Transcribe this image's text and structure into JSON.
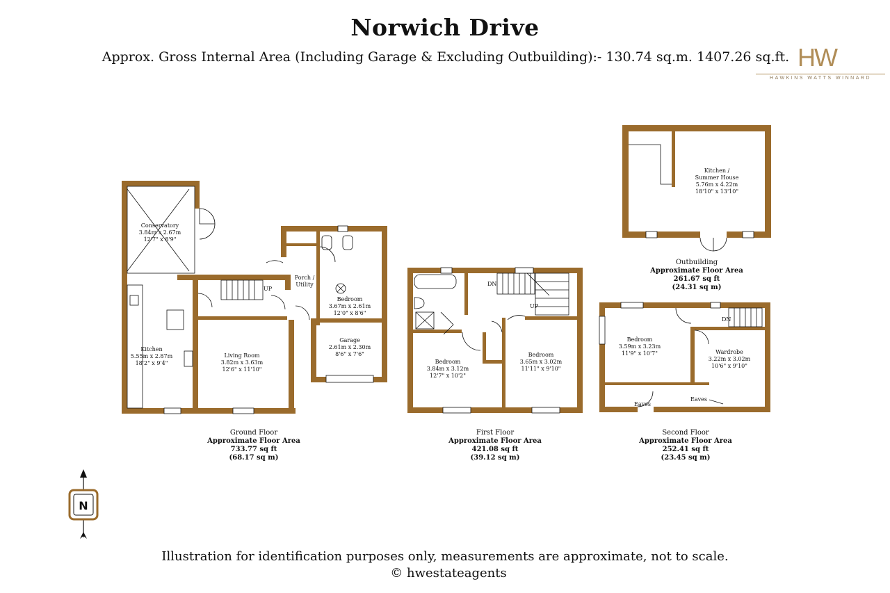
{
  "header": {
    "title": "Norwich Drive",
    "subtitle": "Approx. Gross Internal Area (Including Garage & Excluding Outbuilding):- 130.74 sq.m. 1407.26 sq.ft."
  },
  "logo": {
    "mark": "HW",
    "name": "HAWKINS WATTS WINNARD",
    "color": "#b08d57"
  },
  "colors": {
    "wall": "#9a6b2c",
    "ink": "#111111"
  },
  "floors": {
    "ground": {
      "name": "Ground Floor",
      "area_label": "Approximate Floor Area",
      "sqft": "733.77 sq ft",
      "sqm": "(68.17 sq m)",
      "rooms": {
        "conservatory": {
          "name": "Conservatory",
          "metric": "3.84m x 2.67m",
          "imperial": "12'7\" x 8'9\""
        },
        "kitchen": {
          "name": "Kitchen",
          "metric": "5.55m x 2.87m",
          "imperial": "18'2\" x 9'4\""
        },
        "living": {
          "name": "Living Room",
          "metric": "3.82m x 3.63m",
          "imperial": "12'6\" x 11'10\""
        },
        "porch": {
          "name": "Porch /",
          "name2": "Utility"
        },
        "bedroom": {
          "name": "Bedroom",
          "metric": "3.67m x 2.61m",
          "imperial": "12'0\" x 8'6\""
        },
        "garage": {
          "name": "Garage",
          "metric": "2.61m x 2.30m",
          "imperial": "8'6\" x 7'6\""
        }
      },
      "stair_label": "UP"
    },
    "first": {
      "name": "First Floor",
      "area_label": "Approximate Floor Area",
      "sqft": "421.08 sq ft",
      "sqm": "(39.12 sq m)",
      "rooms": {
        "bedroom_a": {
          "name": "Bedroom",
          "metric": "3.84m x 3.12m",
          "imperial": "12'7\" x 10'2\""
        },
        "bedroom_b": {
          "name": "Bedroom",
          "metric": "3.65m x 3.02m",
          "imperial": "11'11\" x 9'10\""
        }
      },
      "stair_down": "DN",
      "stair_up": "UP"
    },
    "second": {
      "name": "Second Floor",
      "area_label": "Approximate Floor Area",
      "sqft": "252.41 sq ft",
      "sqm": "(23.45 sq m)",
      "rooms": {
        "bedroom": {
          "name": "Bedroom",
          "metric": "3.59m x 3.23m",
          "imperial": "11'9\" x 10'7\""
        },
        "wardrobe": {
          "name": "Wardrobe",
          "metric": "3.22m x 3.02m",
          "imperial": "10'6\" x 9'10\""
        }
      },
      "stair_down": "DN",
      "eaves_left": "Eaves",
      "eaves_right": "Eaves"
    },
    "outbuilding": {
      "name": "Outbuilding",
      "area_label": "Approximate Floor Area",
      "sqft": "261.67 sq ft",
      "sqm": "(24.31 sq m)",
      "rooms": {
        "summer": {
          "name": "Kitchen /",
          "name2": "Summer House",
          "metric": "5.76m x 4.22m",
          "imperial": "18'10\" x 13'10\""
        }
      }
    }
  },
  "compass": {
    "letter": "N"
  },
  "footer": {
    "disclaimer": "Illustration for identification purposes only, measurements are approximate, not to scale.",
    "copyright": "© hwestateagents"
  }
}
